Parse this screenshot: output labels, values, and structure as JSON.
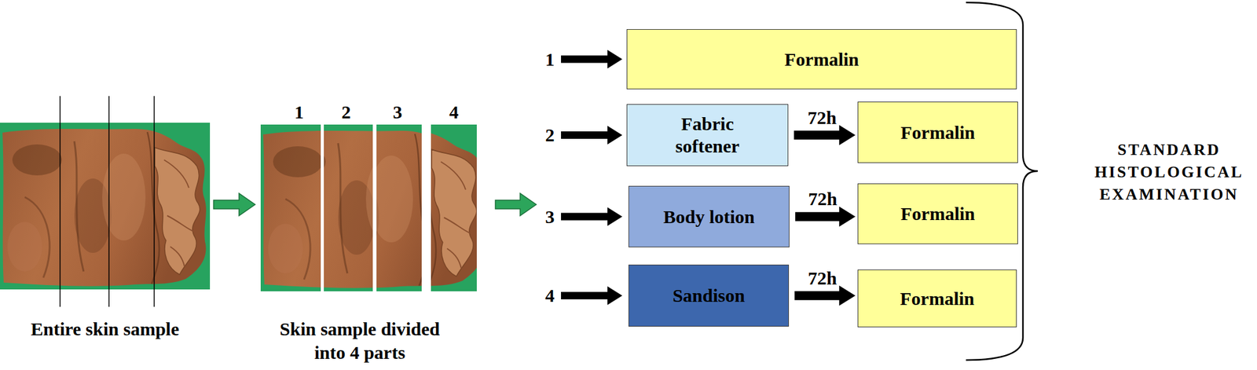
{
  "diagram": {
    "nodes": [
      {
        "text": [
          "Entire skin sample"
        ]
      },
      {
        "text": [
          "Skin sample divided into 4 parts"
        ]
      },
      {
        "text": [
          "Formalin"
        ]
      },
      {
        "text": [
          "Fabric softener"
        ]
      },
      {
        "text": [
          "Formalin"
        ]
      },
      {
        "text": [
          "Body lotion"
        ]
      },
      {
        "text": [
          "Formalin"
        ]
      },
      {
        "text": [
          "Sandison"
        ]
      },
      {
        "text": [
          "Formalin"
        ]
      }
    ],
    "edges": [
      {
        "from": 0,
        "to": 1,
        "arrow": "to"
      },
      {
        "from": 3,
        "to": 4,
        "label": "72h",
        "arrow": "to"
      },
      {
        "from": 5,
        "to": 6,
        "label": "72h",
        "arrow": "to"
      },
      {
        "from": 7,
        "to": 8,
        "label": "72h",
        "arrow": "to"
      }
    ],
    "labels": [
      "1",
      "2",
      "3",
      "4",
      "1",
      "2",
      "3",
      "4",
      "STANDARD HISTOLOGICAL EXAMINATION"
    ]
  }
}
